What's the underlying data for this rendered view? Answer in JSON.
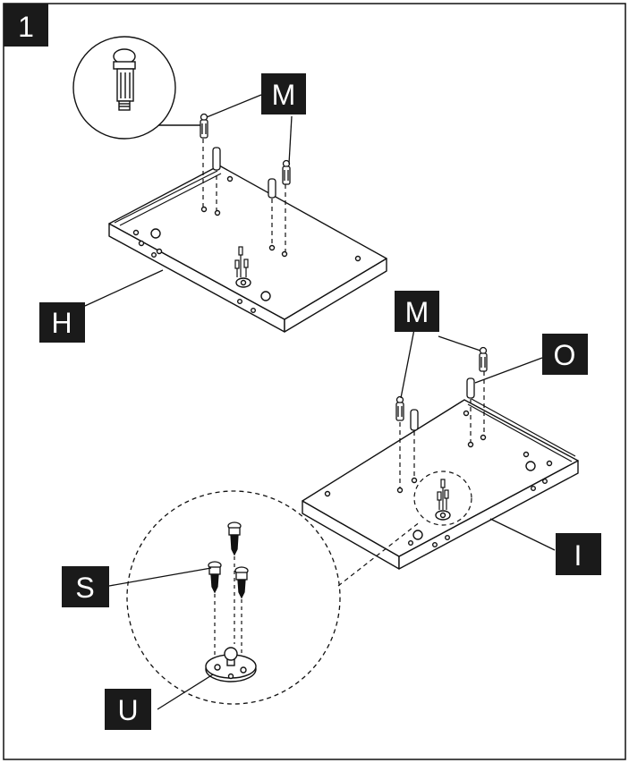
{
  "step_number": "1",
  "labels": {
    "M_top": "M",
    "H": "H",
    "M_right": "M",
    "O": "O",
    "I": "I",
    "S": "S",
    "U": "U"
  },
  "colors": {
    "ink": "#111111",
    "label_bg": "#1a1a1a",
    "label_fg": "#ffffff",
    "paper": "#ffffff"
  }
}
